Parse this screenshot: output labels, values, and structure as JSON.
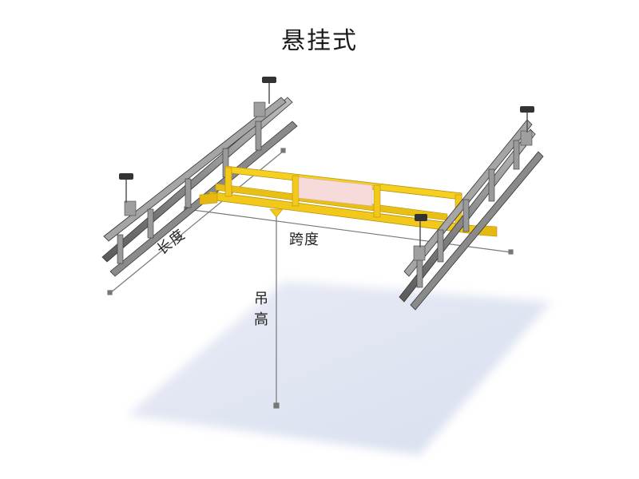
{
  "title": "悬挂式",
  "labels": {
    "span": "跨度",
    "length": "长度",
    "height": "吊高"
  },
  "colors": {
    "beam_yellow": "#f2c81a",
    "beam_yellow_dark": "#c9a010",
    "rail_gray": "#8d8d8d",
    "rail_dark": "#4a4a4a",
    "floor": "#dfe4f1",
    "dimension_line": "#777777",
    "hoist_panel": "#f7dada"
  }
}
